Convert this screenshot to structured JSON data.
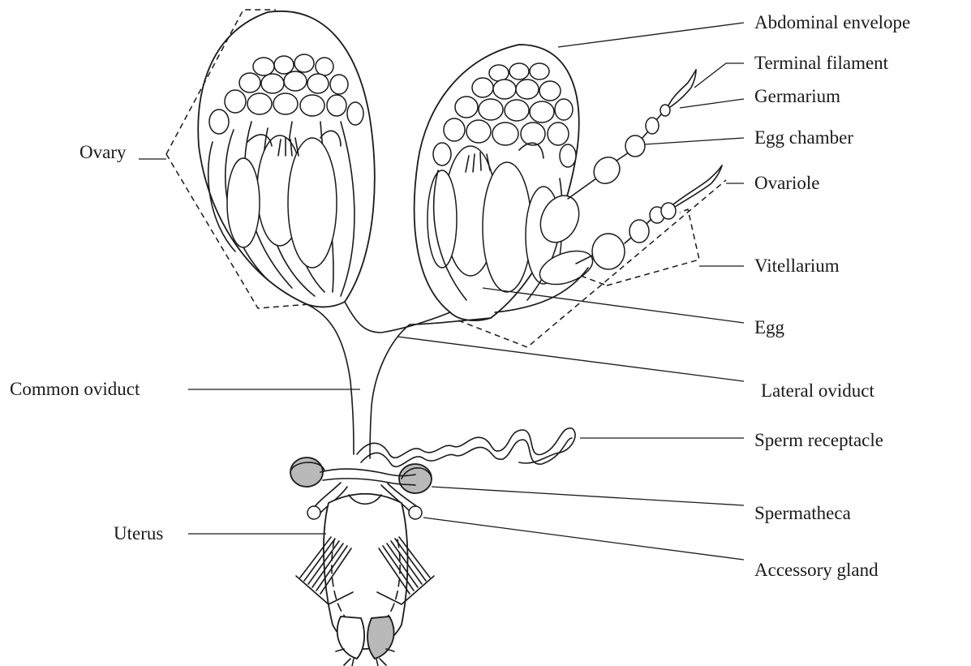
{
  "labels": {
    "abdominal_envelope": "Abdominal envelope",
    "terminal_filament": "Terminal filament",
    "germarium": "Germarium",
    "egg_chamber": "Egg chamber",
    "ovariole": "Ovariole",
    "vitellarium": "Vitellarium",
    "egg": "Egg",
    "lateral_oviduct": "Lateral oviduct",
    "sperm_receptacle": "Sperm receptacle",
    "spermatheca": "Spermatheca",
    "accessory_gland": "Accessory gland",
    "ovary": "Ovary",
    "common_oviduct": "Common oviduct",
    "uterus": "Uterus"
  },
  "colors": {
    "line": "#1a1a1a",
    "spermatheca_fill": "#b9b9b9",
    "background": "#ffffff"
  }
}
